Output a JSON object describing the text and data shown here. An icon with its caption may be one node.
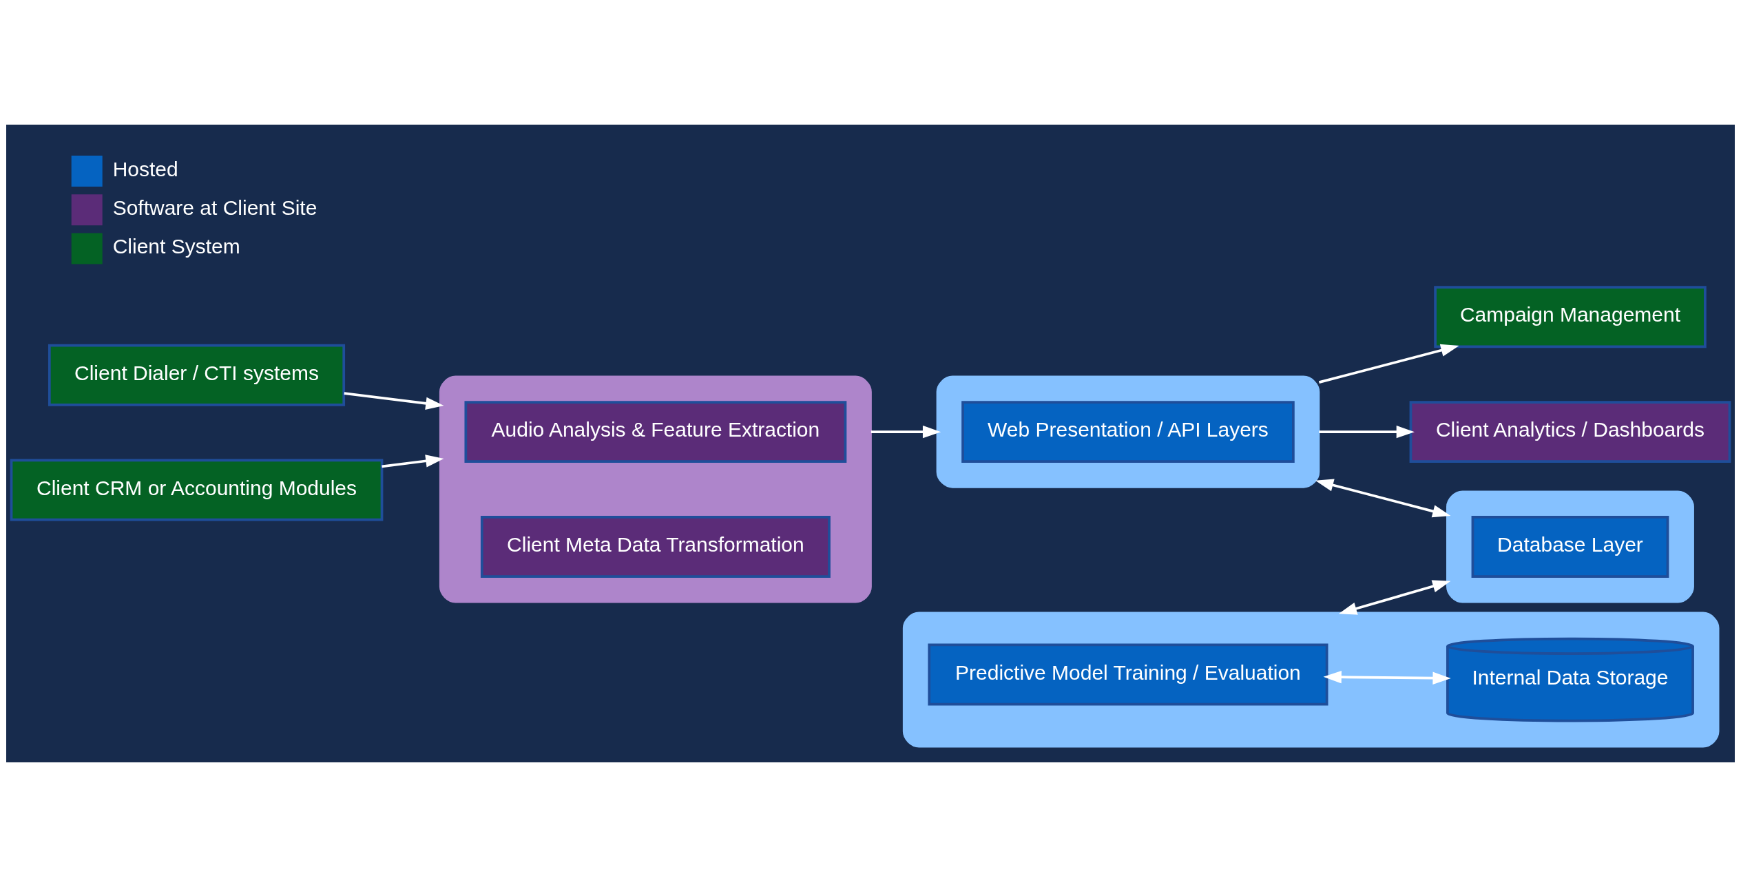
{
  "diagram": {
    "nodes": [
      {
        "text": [
          "Client Dialer / CTI systems"
        ]
      },
      {
        "text": [
          "Client CRM or Accounting Modules"
        ]
      },
      {
        "text": [],
        "shape": "box"
      },
      {
        "text": [
          "Audio Analysis & Feature Extraction"
        ],
        "in": 2
      },
      {
        "text": [
          "Client Meta Data Transformation"
        ],
        "in": 2
      },
      {
        "text": [],
        "shape": "box"
      },
      {
        "text": [
          "Web Presentation / API Layers"
        ],
        "in": 5
      },
      {
        "text": [
          "Campaign Management"
        ]
      },
      {
        "text": [
          "Client Analytics / Dashboards"
        ]
      },
      {
        "text": [],
        "shape": "box"
      },
      {
        "text": [
          "Predictive Model Training / Evaluation"
        ],
        "in": 9
      },
      {
        "text": [
          "Internal Data Storage"
        ],
        "in": 9
      },
      {
        "text": [],
        "shape": "box"
      },
      {
        "text": [
          "Database Layer"
        ],
        "in": 12
      }
    ],
    "edges": [
      {
        "from": 0,
        "to": 2,
        "arrow": "to"
      },
      {
        "from": 1,
        "to": 2,
        "arrow": "to"
      },
      {
        "from": 2,
        "to": 5,
        "arrow": "to"
      },
      {
        "from": 5,
        "to": 7,
        "arrow": "to"
      },
      {
        "from": 5,
        "to": 8,
        "arrow": "to"
      },
      {
        "from": 5,
        "to": 12,
        "arrow": "both"
      },
      {
        "from": 9,
        "to": 12,
        "arrow": "both"
      },
      {
        "from": 10,
        "to": 11,
        "arrow": "both"
      }
    ],
    "legend": [
      {
        "text": "Hosted",
        "color": "#0563c1"
      },
      {
        "text": "Software at Client Site",
        "color": "#5b2c78"
      },
      {
        "text": "Client System",
        "color": "#046224"
      }
    ]
  }
}
